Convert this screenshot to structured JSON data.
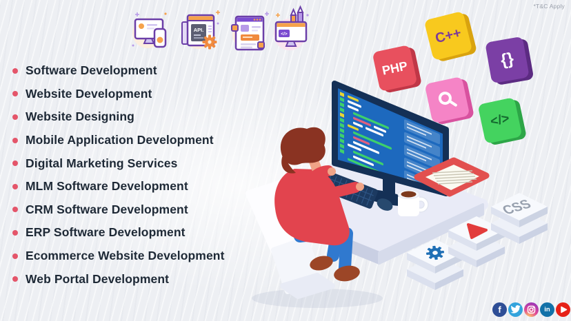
{
  "note": {
    "text": "*T&C Apply"
  },
  "top_icons": {
    "responsive": {
      "name": "responsive-design"
    },
    "api": {
      "name": "api-development",
      "label": "API."
    },
    "webpage": {
      "name": "web-page-builder"
    },
    "design": {
      "name": "web-design-tools",
      "label": "</>"
    }
  },
  "services": {
    "items": [
      "Software Development",
      "Website Development",
      "Website Designing",
      "Mobile Application Development",
      "Digital Marketing Services",
      "MLM Software Development",
      "CRM Software Development",
      "ERP Software Development",
      "Ecommerce Website Development",
      "Web Portal Development"
    ],
    "bullet_color": "#e4556a",
    "text_color": "#1e2936"
  },
  "tiles": {
    "cpp": {
      "label": "C++",
      "bg": "#f8c91e",
      "side": "#d9a30f",
      "fg": "#7d3c98"
    },
    "php": {
      "label": "PHP",
      "bg": "#e8505e",
      "side": "#c03747",
      "fg": "#ffffff"
    },
    "braces": {
      "label": "{}",
      "bg": "#7b3fa5",
      "side": "#5c2b82",
      "fg": "#ffffff"
    },
    "search": {
      "icon": "magnifier-icon",
      "bg": "#f584c6",
      "side": "#d8529f",
      "fg": "#ffffff"
    },
    "code": {
      "label": "</>",
      "bg": "#44d35f",
      "side": "#2da547",
      "fg": "#14692f"
    }
  },
  "stacks": {
    "gear": {
      "icon": "gear-icon",
      "color": "#1f6fb5"
    },
    "play": {
      "icon": "play-icon",
      "color": "#e23c3c"
    },
    "css": {
      "label": "CSS",
      "color": "#97a0ae"
    }
  },
  "social": {
    "facebook": {
      "glyph": "f",
      "color": "#2e4e96"
    },
    "twitter": {
      "icon": "twitter-bird",
      "color": "#33a3dc"
    },
    "instagram": {
      "icon": "camera",
      "color": "gradient"
    },
    "linkedin": {
      "glyph": "in",
      "color": "#1271a8"
    },
    "youtube": {
      "icon": "play",
      "color": "#e62117"
    }
  }
}
